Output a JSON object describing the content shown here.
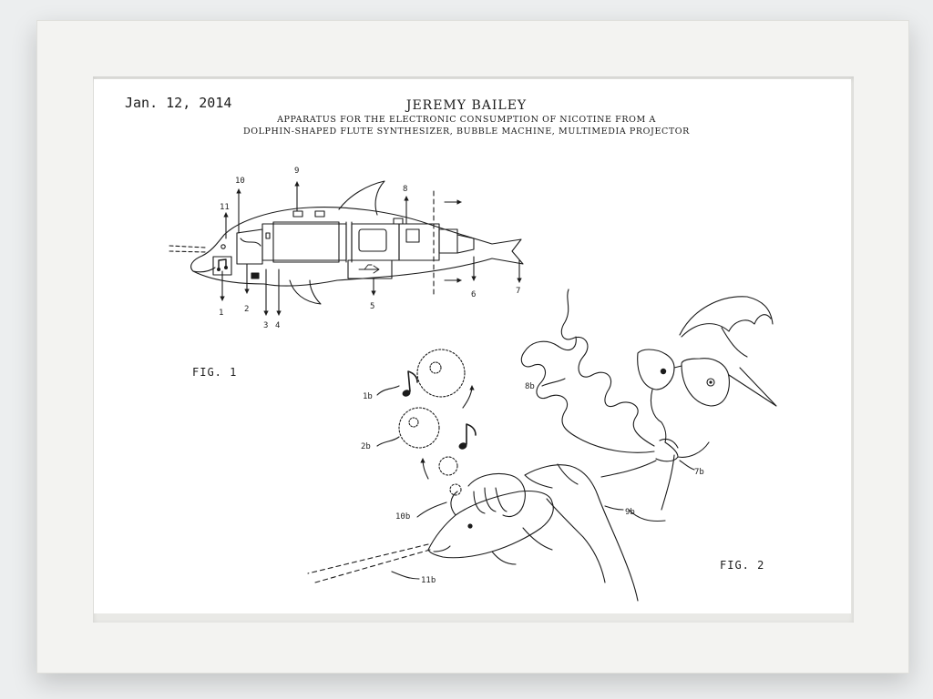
{
  "document": {
    "date": "Jan. 12, 2014",
    "author": "JEREMY BAILEY",
    "title_line_1": "APPARATUS FOR THE ELECTRONIC CONSUMPTION OF NICOTINE FROM A",
    "title_line_2": "DOLPHIN-SHAPED FLUTE SYNTHESIZER, BUBBLE MACHINE, MULTIMEDIA PROJECTOR"
  },
  "figures": {
    "fig1_label": "FIG. 1",
    "fig2_label": "FIG. 2"
  },
  "fig1_callouts": [
    "1",
    "2",
    "3",
    "4",
    "5",
    "6",
    "7",
    "8",
    "9",
    "10",
    "11"
  ],
  "fig2_callouts": [
    "1b",
    "2b",
    "7b",
    "8b",
    "9b",
    "10b",
    "11b"
  ],
  "icons": [
    "music-note-icon",
    "usb-icon",
    "arrow-right-icon"
  ],
  "colors": {
    "ink": "#1b1b1b",
    "paper": "#ffffff",
    "frame": "#f3f3f1",
    "wall": "#eceeef"
  }
}
